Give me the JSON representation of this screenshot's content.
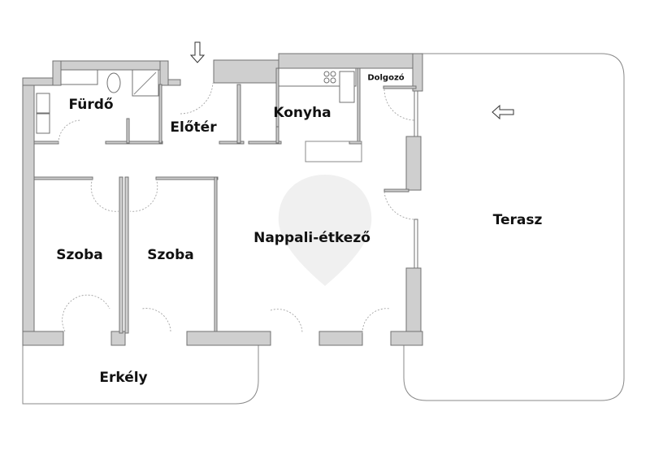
{
  "plan": {
    "rooms": [
      {
        "id": "furdo",
        "label": "Fürdő"
      },
      {
        "id": "eloter",
        "label": "Előtér"
      },
      {
        "id": "konyha",
        "label": "Konyha"
      },
      {
        "id": "dolgozo",
        "label": "Dolgozó"
      },
      {
        "id": "szoba1",
        "label": "Szoba"
      },
      {
        "id": "szoba2",
        "label": "Szoba"
      },
      {
        "id": "nappali",
        "label": "Nappali-étkező"
      },
      {
        "id": "terasz",
        "label": "Terasz"
      },
      {
        "id": "erkely",
        "label": "Erkély"
      }
    ],
    "icons": {
      "entrance": "arrow-down-icon",
      "terrace_entrance": "arrow-left-icon",
      "watermark": "house-pin-watermark-icon"
    },
    "colors": {
      "wall": "#cfcfcf",
      "outline": "#707070",
      "text": "#111111"
    }
  }
}
